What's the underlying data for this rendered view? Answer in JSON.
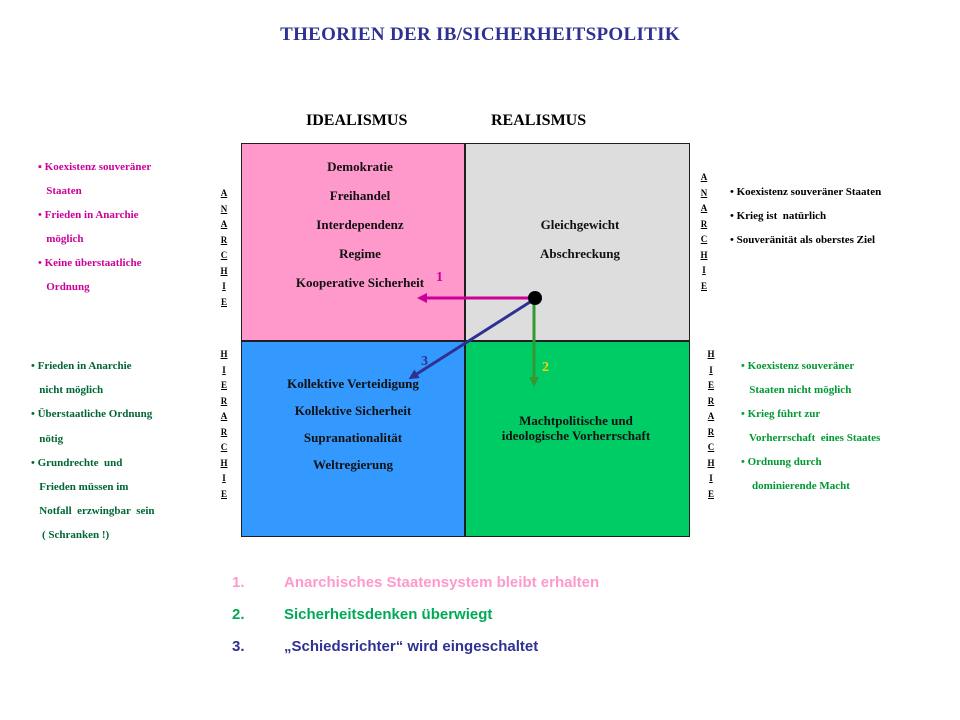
{
  "title": "THEORIEN DER IB/SICHERHEITSPOLITIK",
  "columns": {
    "left": "IDEALISMUS",
    "right": "REALISMUS"
  },
  "quadrants": {
    "top_left": [
      "Demokratie",
      "Freihandel",
      "Interdependenz",
      "Regime",
      "Kooperative Sicherheit"
    ],
    "top_right": [
      "Gleichgewicht",
      "Abschreckung"
    ],
    "bottom_left": [
      "Kollektive Verteidigung",
      "Kollektive Sicherheit",
      "Supranationalität",
      "Weltregierung"
    ],
    "bottom_right": [
      "Machtpolitische und ideologische Vorherrschaft"
    ]
  },
  "vertical_labels": {
    "left_top": [
      "A",
      "N",
      "A",
      "R",
      "C",
      "H",
      "I",
      "E"
    ],
    "left_bottom": [
      "H",
      "I",
      "E",
      "R",
      "A",
      "R",
      "C",
      "H",
      "I",
      "E"
    ],
    "right_top": [
      "A",
      "N",
      "A",
      "R",
      "C",
      "H",
      "I",
      "E"
    ],
    "right_bottom": [
      "H",
      "I",
      "E",
      "R",
      "A",
      "R",
      "C",
      "H",
      "I",
      "E"
    ]
  },
  "side_notes": {
    "top_left": [
      "▪ Koexistenz souveräner",
      "   Staaten",
      "• Frieden in Anarchie",
      "   möglich",
      "• Keine überstaatliche",
      "   Ordnung"
    ],
    "top_right": [
      "• Koexistenz souveräner Staaten",
      "• Krieg ist  natürlich",
      "• Souveränität als oberstes Ziel"
    ],
    "bottom_left": [
      "• Frieden in Anarchie",
      "   nicht möglich",
      "• Überstaatliche Ordnung",
      "   nötig",
      "• Grundrechte  und",
      "   Frieden müssen im",
      "   Notfall  erzwingbar  sein",
      "    ( Schranken !)"
    ],
    "bottom_right": [
      "• Koexistenz souveräner",
      "   Staaten nicht möglich",
      "• Krieg führt zur",
      "   Vorherrschaft  eines Staates",
      "• Ordnung durch",
      "    dominierende Macht"
    ]
  },
  "arrows": [
    {
      "label": "1",
      "color": "#cc0099"
    },
    {
      "label": "2",
      "color": "#339933"
    },
    {
      "label": "3",
      "color": "#2e3192"
    }
  ],
  "arrow_label_colors": {
    "1": "#cc0099",
    "2": "#ffcc00",
    "3": "#2e3192"
  },
  "colors": {
    "idealism_anarchy": "#ff99cc",
    "realism_anarchy": "#dddddd",
    "idealism_hierarchy": "#3399ff",
    "realism_hierarchy": "#00cc66",
    "title": "#2e3192"
  },
  "legend": [
    {
      "num": "1.",
      "text": "Anarchisches Staatensystem bleibt erhalten"
    },
    {
      "num": "2.",
      "text": "Sicherheitsdenken überwiegt"
    },
    {
      "num": "3.",
      "text": "„Schiedsrichter“ wird eingeschaltet"
    }
  ]
}
